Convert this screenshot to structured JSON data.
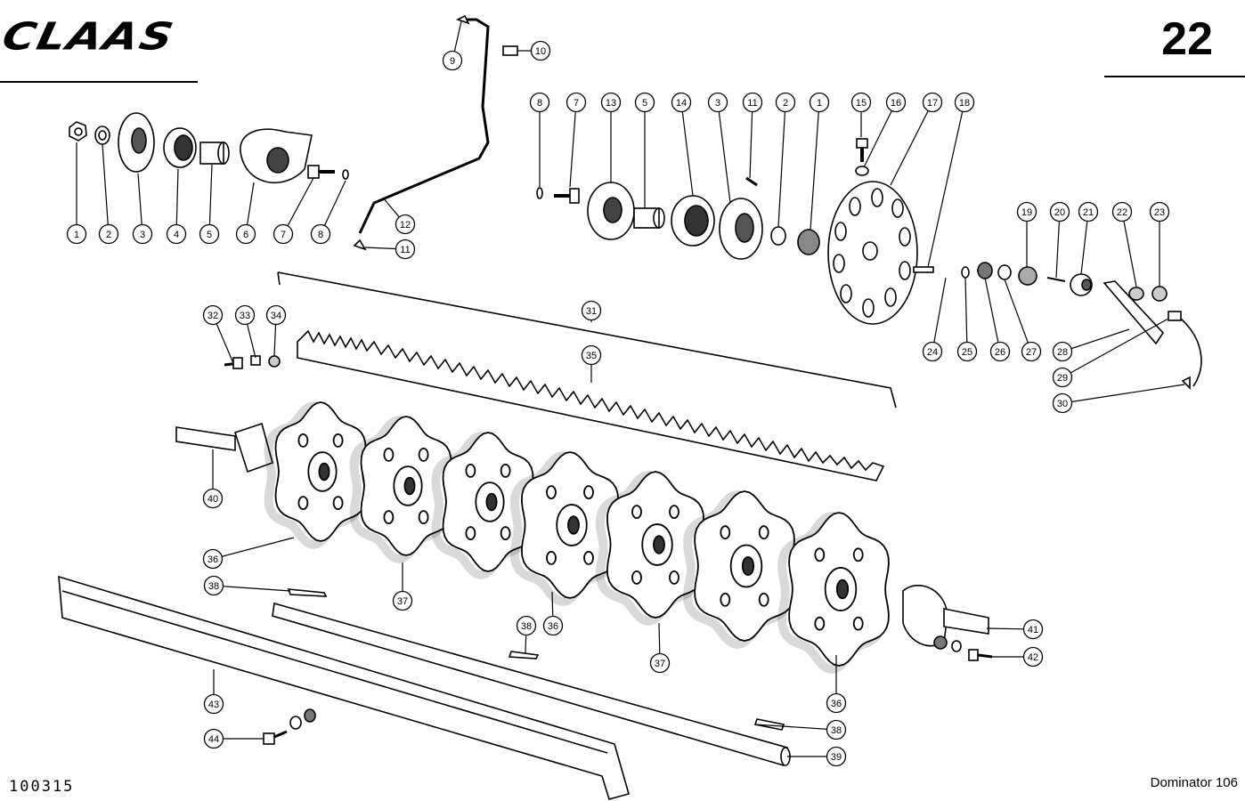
{
  "brand": "CLAAS",
  "page_number": "22",
  "document_number": "100315",
  "model": "Dominator 106",
  "callouts": [
    "1",
    "2",
    "3",
    "4",
    "5",
    "6",
    "7",
    "8",
    "9",
    "10",
    "11",
    "12",
    "13",
    "14",
    "15",
    "16",
    "17",
    "18",
    "19",
    "20",
    "21",
    "22",
    "23",
    "24",
    "25",
    "26",
    "27",
    "28",
    "29",
    "30",
    "31",
    "32",
    "33",
    "34",
    "35",
    "36",
    "37",
    "38",
    "39",
    "40",
    "41",
    "42",
    "43",
    "44"
  ]
}
